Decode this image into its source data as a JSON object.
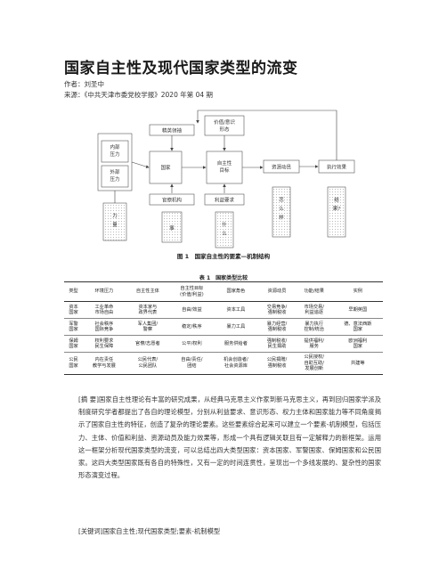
{
  "article": {
    "title": "国家自主性及现代国家类型的流变",
    "author_line": "作者：刘圣中",
    "source_line": "来源：《中共天津市委党校学报》2020 年第 04 期"
  },
  "figure": {
    "caption": "图 1　国家自主性的要素—机制结构",
    "labels": {
      "domestic": "内部\n压力",
      "external": "外部\n压力",
      "force": "力\n量",
      "elite": "精英领袖",
      "state": "国家",
      "bureaucracy": "官僚机构",
      "event": "事",
      "value": "价值/意识\n形态",
      "subject_goal": "自主性\n目标",
      "interest": "利益要求",
      "politics": "什\n么",
      "resource": "资源动员",
      "result": "执行效果",
      "how": "怎\n么\n样",
      "outcome": "结\n果?"
    }
  },
  "table": {
    "caption": "表 1　国家类型比较",
    "headers": [
      "类型",
      "环境压力",
      "自主性主体",
      "自主性目标\n(价值/利益)",
      "国家角色",
      "资源动员",
      "功能/结果",
      "实例"
    ],
    "rows": [
      [
        "资本\n国家",
        "工业革命\n市场自由",
        "资本家与\n政界代表",
        "自由/效益",
        "资本工具",
        "交易竞争/\n强制税收",
        "市场交易/\n利益追逐",
        "早期英国"
      ],
      [
        "军警\n国家",
        "社会秩序\n国际竞争",
        "军人集团/\n警察",
        "稳定/秩序",
        "暴力工具",
        "暴力经营/\n强制税收",
        "暴力执行\n控制/统治",
        "德、意法西斯\n国家"
      ],
      [
        "保姆\n国家",
        "权利要求\n民生保障",
        "官僚/志愿者",
        "公平/权利",
        "服务供给者",
        "强制税收/\n民生捐助",
        "提供福利/\n服务",
        "欧洲福利\n国家"
      ],
      [
        "公民\n国家",
        "内在责任\n教学与发展",
        "公民代表/\n公民团队",
        "自由/责任/\n团结",
        "机会创造者/\n社会资源库",
        "公民捐赠/\n强制税收",
        "公民授权/\n自助互助/\n发展创新",
        "共建等"
      ]
    ]
  },
  "abstract": {
    "text": "[摘 要]国家自主性理论有丰富的研究成果，从经典马克思主义作家到新马克思主义，再到回归国家学派及制度研究学者都提出了各自的理论模型，分别从利益要求、意识形态、权力主体和国家能力等不同角度揭示了国家自主性的特征，创造了复杂的理论要素。这些要素综合起来可以建立一个要素-机制模型，包括压力、主体、价值和利益、资源动员及能力效果等，形成一个具有逻辑关联且有一定解释力的新框架。运用这一框架分析现代国家类型的流变，可以总结出四大类型国家：资本国家、军警国家、保姆国家和公民国家。这四大类型国家既有各自的特殊性，又有一定的时间连贯性，呈现出一个多线发展的、复杂性的国家形态演变过程。",
    "keywords": "[关键词]国家自主性;现代国家类型;要素-机制模型"
  }
}
